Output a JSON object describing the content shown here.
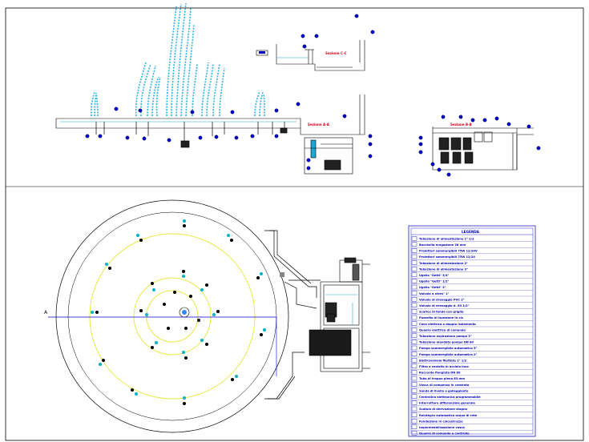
{
  "drawing": {
    "section_cc_label": "Sezione C-C",
    "section_bb_label": "Sezione B-B",
    "section_aa_label": "Sezione A-A",
    "section_mark": "A",
    "legend": {
      "title": "LEGENDA",
      "items": [
        "Tubazione di alimentazione 1\" 1/2",
        "Bocchello erogazione 28 mm",
        "Proiettori sommergibili 75W 12/24V",
        "Proiettori sommergibili 75W 12/24",
        "Tubazione di alimentazione 2\"",
        "Tubazione di alimentazione 3\"",
        "Ugello \"Getti\" 3/4\"",
        "Ugello \"Getti\" 1/2\"",
        "Ugello \"Getti\" 3\"",
        "Valvola a sfera\" 1\"",
        "Valvola di drenaggio PVC 1\"",
        "Valvola di drenaggio d. 63 1/2\"",
        "Scarico di fondo con griglia",
        "Pozzetto di ispezione in cls",
        "Cavo elettrico a doppio isolamento",
        "Quadro elettrico di comando",
        "Tubazione aspirazione pompa 3\"",
        "Tubazione mandata pompe DN 80",
        "Pompa sommergibile automatica 3\"",
        "Pompa sommergibile automatica 2\"",
        "Elettrovalvola filettata 1\" 1/2",
        "Filtro a cestello in acciaio inox",
        "Raccordo flangiato DN 80",
        "Tubo di troppo pieno 63 mm",
        "Vasca di compenso in cemento",
        "Sonda di livello a galleggiante",
        "Centralina elettronica programmabile",
        "Interruttore differenziale generale",
        "Scatola di derivazione stagna",
        "Reintegro automatico acqua di rete",
        "Fondazione in calcestruzzo",
        "Impermeabilizzazione vasca",
        "Quadro di comando e controllo"
      ]
    }
  }
}
